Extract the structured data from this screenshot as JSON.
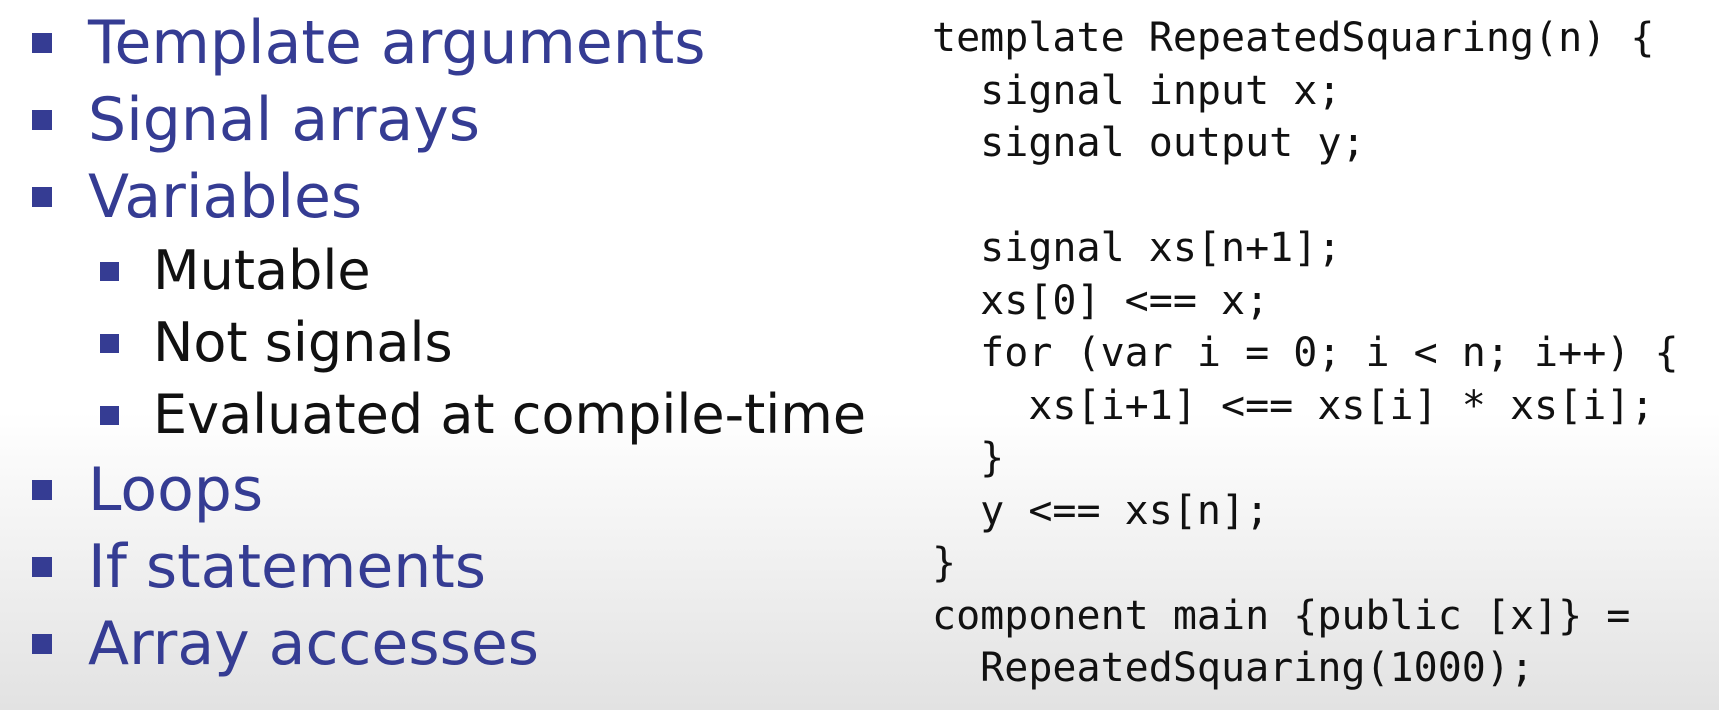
{
  "bullets": [
    {
      "level": 1,
      "text": "Template arguments"
    },
    {
      "level": 1,
      "text": "Signal arrays"
    },
    {
      "level": 1,
      "text": "Variables"
    },
    {
      "level": 2,
      "text": "Mutable"
    },
    {
      "level": 2,
      "text": "Not signals"
    },
    {
      "level": 2,
      "text": "Evaluated at compile-time"
    },
    {
      "level": 1,
      "text": "Loops"
    },
    {
      "level": 1,
      "text": "If statements"
    },
    {
      "level": 1,
      "text": "Array accesses"
    }
  ],
  "code": {
    "lines": [
      "template RepeatedSquaring(n) {",
      "  signal input x;",
      "  signal output y;",
      "",
      "  signal xs[n+1];",
      "  xs[0] <== x;",
      "  for (var i = 0; i < n; i++) {",
      "    xs[i+1] <== xs[i] * xs[i];",
      "  }",
      "  y <== xs[n];",
      "}",
      "component main {public [x]} =",
      "  RepeatedSquaring(1000);"
    ]
  },
  "colors": {
    "bullet_level1": "#353c93",
    "bullet_level2_text": "#111111",
    "code_text": "#111111"
  }
}
